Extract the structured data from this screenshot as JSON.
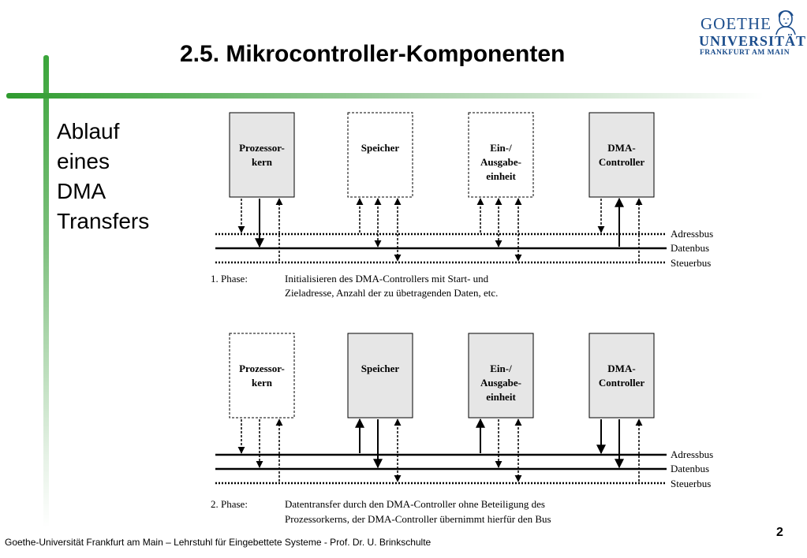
{
  "title": "2.5. Mikrocontroller-Komponenten",
  "sidebar": {
    "lines": [
      "Ablauf",
      "eines",
      "DMA",
      "Transfers"
    ]
  },
  "logo": {
    "line1": "GOETHE",
    "line2": "UNIVERSITÄT",
    "line3": "FRANKFURT AM MAIN"
  },
  "components": {
    "cpu": [
      "Prozessor-",
      "kern"
    ],
    "memory": [
      "Speicher"
    ],
    "io": [
      "Ein-/",
      "Ausgabe-",
      "einheit"
    ],
    "dma": [
      "DMA-",
      "Controller"
    ]
  },
  "buses": {
    "address": "Adressbus",
    "data": "Datenbus",
    "control": "Steuerbus"
  },
  "phase1": {
    "label": "1. Phase:",
    "line1": "Initialisieren des DMA-Controllers mit Start- und",
    "line2": "Zieladresse, Anzahl der zu übetragenden Daten, etc.",
    "active": {
      "cpu": true,
      "memory": false,
      "io": false,
      "dma": true
    }
  },
  "phase2": {
    "label": "2. Phase:",
    "line1": "Datentransfer durch den DMA-Controller ohne Beteiligung des",
    "line2": "Prozessorkerns, der DMA-Controller übernimmt hierfür den Bus",
    "active": {
      "cpu": false,
      "memory": true,
      "io": true,
      "dma": true
    }
  },
  "footer": "Goethe-Universität Frankfurt am Main – Lehrstuhl für Eingebettete Systeme - Prof. Dr. U. Brinkschulte",
  "page_number": "2",
  "colors": {
    "green": "#3aa53a",
    "logo_blue": "#1b4d8c",
    "box_fill": "#e6e6e6"
  }
}
